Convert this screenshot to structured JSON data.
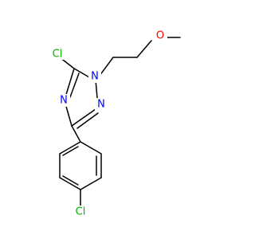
{
  "structure": {
    "labels": {
      "cl_top": "Cl",
      "n1": "N",
      "n4": "N",
      "n2": "N",
      "o": "O",
      "cl_bottom": "Cl"
    },
    "colors": {
      "chlorine": "#00b300",
      "nitrogen": "#0000ff",
      "oxygen": "#ff0000",
      "bond": "#000000"
    }
  }
}
